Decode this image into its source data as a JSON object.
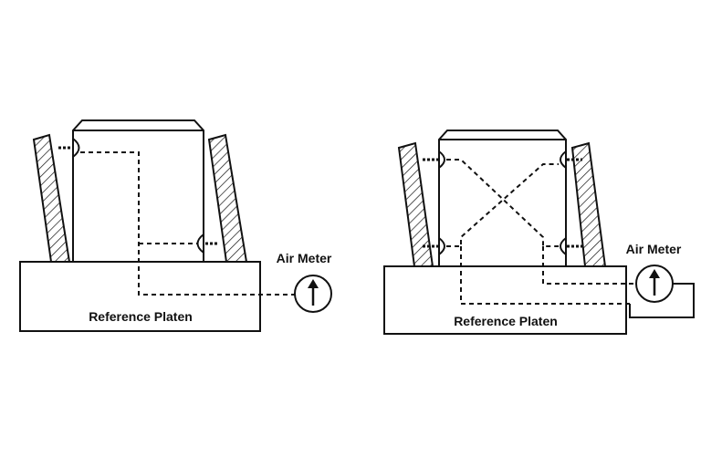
{
  "diagrams": [
    {
      "platen_label": "Reference Platen",
      "meter_label": "Air Meter"
    },
    {
      "platen_label": "Reference Platen",
      "meter_label": "Air Meter"
    }
  ],
  "colors": {
    "ink": "#111111",
    "background": "#ffffff"
  },
  "icons": [
    "air-jet-nozzle-icon",
    "air-meter-gauge-icon",
    "arrow-up-icon"
  ]
}
